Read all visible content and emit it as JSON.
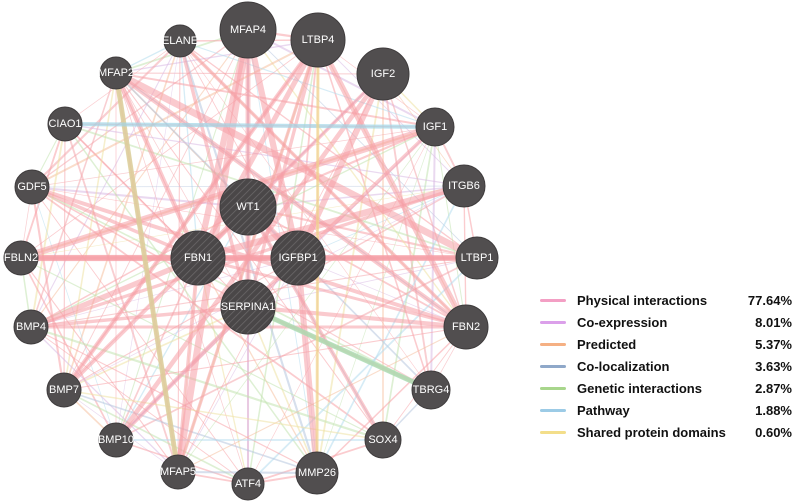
{
  "network": {
    "node_color": "#514e4f",
    "query_node_color": "#4a4748",
    "nodes": [
      {
        "id": "WT1",
        "query": true
      },
      {
        "id": "FBN1",
        "query": true
      },
      {
        "id": "IGFBP1",
        "query": true
      },
      {
        "id": "SERPINA1",
        "query": true
      },
      {
        "id": "MFAP4",
        "query": false
      },
      {
        "id": "LTBP4",
        "query": false
      },
      {
        "id": "IGF2",
        "query": false
      },
      {
        "id": "ELANE",
        "query": false
      },
      {
        "id": "MFAP2",
        "query": false
      },
      {
        "id": "IGF1",
        "query": false
      },
      {
        "id": "CIAO1",
        "query": false
      },
      {
        "id": "GDF5",
        "query": false
      },
      {
        "id": "ITGB6",
        "query": false
      },
      {
        "id": "FBLN2",
        "query": false
      },
      {
        "id": "LTBP1",
        "query": false
      },
      {
        "id": "BMP4",
        "query": false
      },
      {
        "id": "FBN2",
        "query": false
      },
      {
        "id": "BMP7",
        "query": false
      },
      {
        "id": "TBRG4",
        "query": false
      },
      {
        "id": "BMP10",
        "query": false
      },
      {
        "id": "SOX4",
        "query": false
      },
      {
        "id": "MFAP5",
        "query": false
      },
      {
        "id": "MMP26",
        "query": false
      },
      {
        "id": "ATF4",
        "query": false
      }
    ]
  },
  "legend": [
    {
      "label": "Physical interactions",
      "percent": "77.64%",
      "color": "#f39fc4"
    },
    {
      "label": "Co-expression",
      "percent": "8.01%",
      "color": "#dba0ea"
    },
    {
      "label": "Predicted",
      "percent": "5.37%",
      "color": "#f5b083"
    },
    {
      "label": "Co-localization",
      "percent": "3.63%",
      "color": "#8fa8c9"
    },
    {
      "label": "Genetic interactions",
      "percent": "2.87%",
      "color": "#a8d68c"
    },
    {
      "label": "Pathway",
      "percent": "1.88%",
      "color": "#9ccbe6"
    },
    {
      "label": "Shared protein domains",
      "percent": "0.60%",
      "color": "#f3de8a"
    }
  ]
}
